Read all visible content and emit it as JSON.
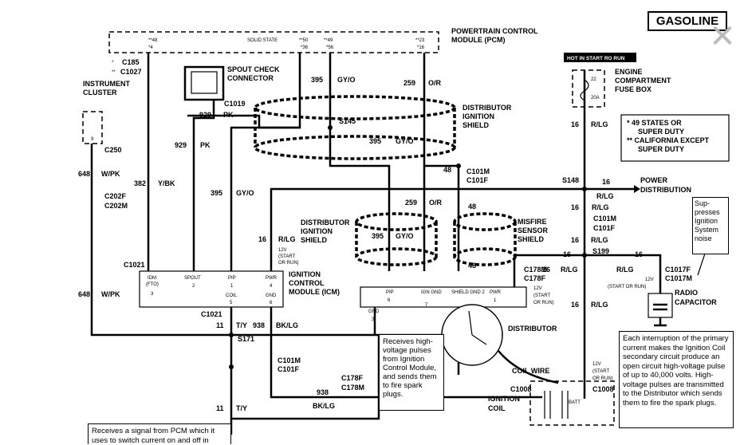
{
  "header": {
    "badge": "GASOLINE",
    "hot_label": "HOT IN START RO RUN"
  },
  "pcm": {
    "title_line1": "POWERTRAIN CONTROL",
    "title_line2": "MODULE (PCM)",
    "state": "SOLID STATE",
    "pins": [
      "**48",
      "*4",
      "**50",
      "*36",
      "**49",
      "*56",
      "**23",
      "*16"
    ]
  },
  "connectors": [
    "C185",
    "C1027",
    "C1019",
    "C250",
    "C202F",
    "C202M",
    "C1021",
    "C1021",
    "S145",
    "C101M",
    "C101F",
    "S148",
    "C101M",
    "C101F",
    "S199",
    "C178M",
    "C178F",
    "C1017F",
    "C1017M",
    "S171",
    "C101M",
    "C101F",
    "C178F",
    "C178M",
    "C1008",
    "C1008"
  ],
  "wires": [
    {
      "circuit": "395",
      "color": "GY/O"
    },
    {
      "circuit": "259",
      "color": "O/R"
    },
    {
      "circuit": "929",
      "color": "PK"
    },
    {
      "circuit": "929",
      "color": "PK"
    },
    {
      "circuit": "382",
      "color": "Y/BK"
    },
    {
      "circuit": "648",
      "color": "W/PK"
    },
    {
      "circuit": "648",
      "color": "W/PK"
    },
    {
      "circuit": "395",
      "color": "GY/O"
    },
    {
      "circuit": "395",
      "color": "GY/O"
    },
    {
      "circuit": "16",
      "color": "R/LG"
    },
    {
      "circuit": "48",
      "color": ""
    },
    {
      "circuit": "259",
      "color": "O/R"
    },
    {
      "circuit": "48",
      "color": ""
    },
    {
      "circuit": "395",
      "color": "GY/O"
    },
    {
      "circuit": "48",
      "color": ""
    },
    {
      "circuit": "16",
      "color": "R/LG"
    },
    {
      "circuit": "16",
      "color": ""
    },
    {
      "circuit": "16",
      "color": "R/LG"
    },
    {
      "circuit": "16",
      "color": "R/LG"
    },
    {
      "circuit": "16",
      "color": ""
    },
    {
      "circuit": "16",
      "color": "R/LG"
    },
    {
      "circuit": "16",
      "color": ""
    },
    {
      "circuit": "16",
      "color": "R/LG"
    },
    {
      "circuit": "16",
      "color": "R/LG"
    },
    {
      "circuit": "16",
      "color": "R/LG"
    },
    {
      "circuit": "11",
      "color": "T/Y"
    },
    {
      "circuit": "938",
      "color": "BK/LG"
    },
    {
      "circuit": "938",
      "color": "BK/LG"
    },
    {
      "circuit": "11",
      "color": "T/Y"
    }
  ],
  "components": {
    "spout_check": [
      "SPOUT CHECK",
      "CONNECTOR"
    ],
    "instrument_cluster": [
      "INSTRUMENT",
      "CLUSTER"
    ],
    "dist_shield_top": [
      "DISTRIBUTOR",
      "IGNITION",
      "SHIELD"
    ],
    "dist_shield_mid": [
      "DISTRIBUTOR",
      "IGNITION",
      "SHIELD"
    ],
    "misfire_shield": [
      "MISFIRE",
      "SENSOR",
      "SHIELD"
    ],
    "fuse_box": [
      "ENGINE",
      "COMPARTMENT",
      "FUSE BOX"
    ],
    "fuse": {
      "num": "22",
      "amps": "20A"
    },
    "power_dist": [
      "POWER",
      "DISTRIBUTION"
    ],
    "icm": [
      "IGNITION",
      "CONTROL",
      "MODULE (ICM)"
    ],
    "distributor": "DISTRIBUTOR",
    "coil_wire": "COIL WIRE",
    "ignition_coil": [
      "IGNITION",
      "COIL"
    ],
    "radio_cap": [
      "RADIO",
      "CAPACITOR"
    ],
    "batt": "BATT",
    "start_run": [
      "12V",
      "(START",
      "OR RUN)"
    ],
    "start_run_inline": "(START OR RUN)",
    "cluster_pin": "9"
  },
  "icm_pins": [
    {
      "name": "IDM",
      "sub": "(FTO)",
      "num": "3"
    },
    {
      "name": "SPOUT",
      "sub": "",
      "num": "2"
    },
    {
      "name": "PIP",
      "sub": "",
      "num": "1"
    },
    {
      "name": "PWR",
      "sub": "",
      "num": "4"
    },
    {
      "name": "COIL",
      "sub": "",
      "num": "5"
    },
    {
      "name": "GND",
      "sub": "",
      "num": "6"
    }
  ],
  "dist_pins": [
    {
      "name": "PIP",
      "num": "6"
    },
    {
      "name": "IGN GND",
      "num": "7"
    },
    {
      "name": "SHIELD GND 2",
      "num": ""
    },
    {
      "name": "PWR",
      "num": "1"
    },
    {
      "name": "GND",
      "num": "3"
    }
  ],
  "legend": [
    "* 49 STATES OR",
    "SUPER DUTY",
    "** CALIFORNIA EXCEPT",
    "SUPER DUTY"
  ],
  "notes": {
    "suppress": "Sup-presses Ignition System noise",
    "high_voltage": "Receives high-voltage pulses from Ignition Control Module, and sends them to fire spark plugs.",
    "interruption": "Each interruption of the primary current makes the Ignition Coil secondary circuit produce an open circuit high-voltage pulse of up to 40,000 volts.  High-voltage pulses are transmitted to the Distributor which sends them to fire the spark plugs.",
    "pcm_signal": "Receives a signal from PCM which it uses to switch current on and off in"
  },
  "close_glyph": "✕"
}
